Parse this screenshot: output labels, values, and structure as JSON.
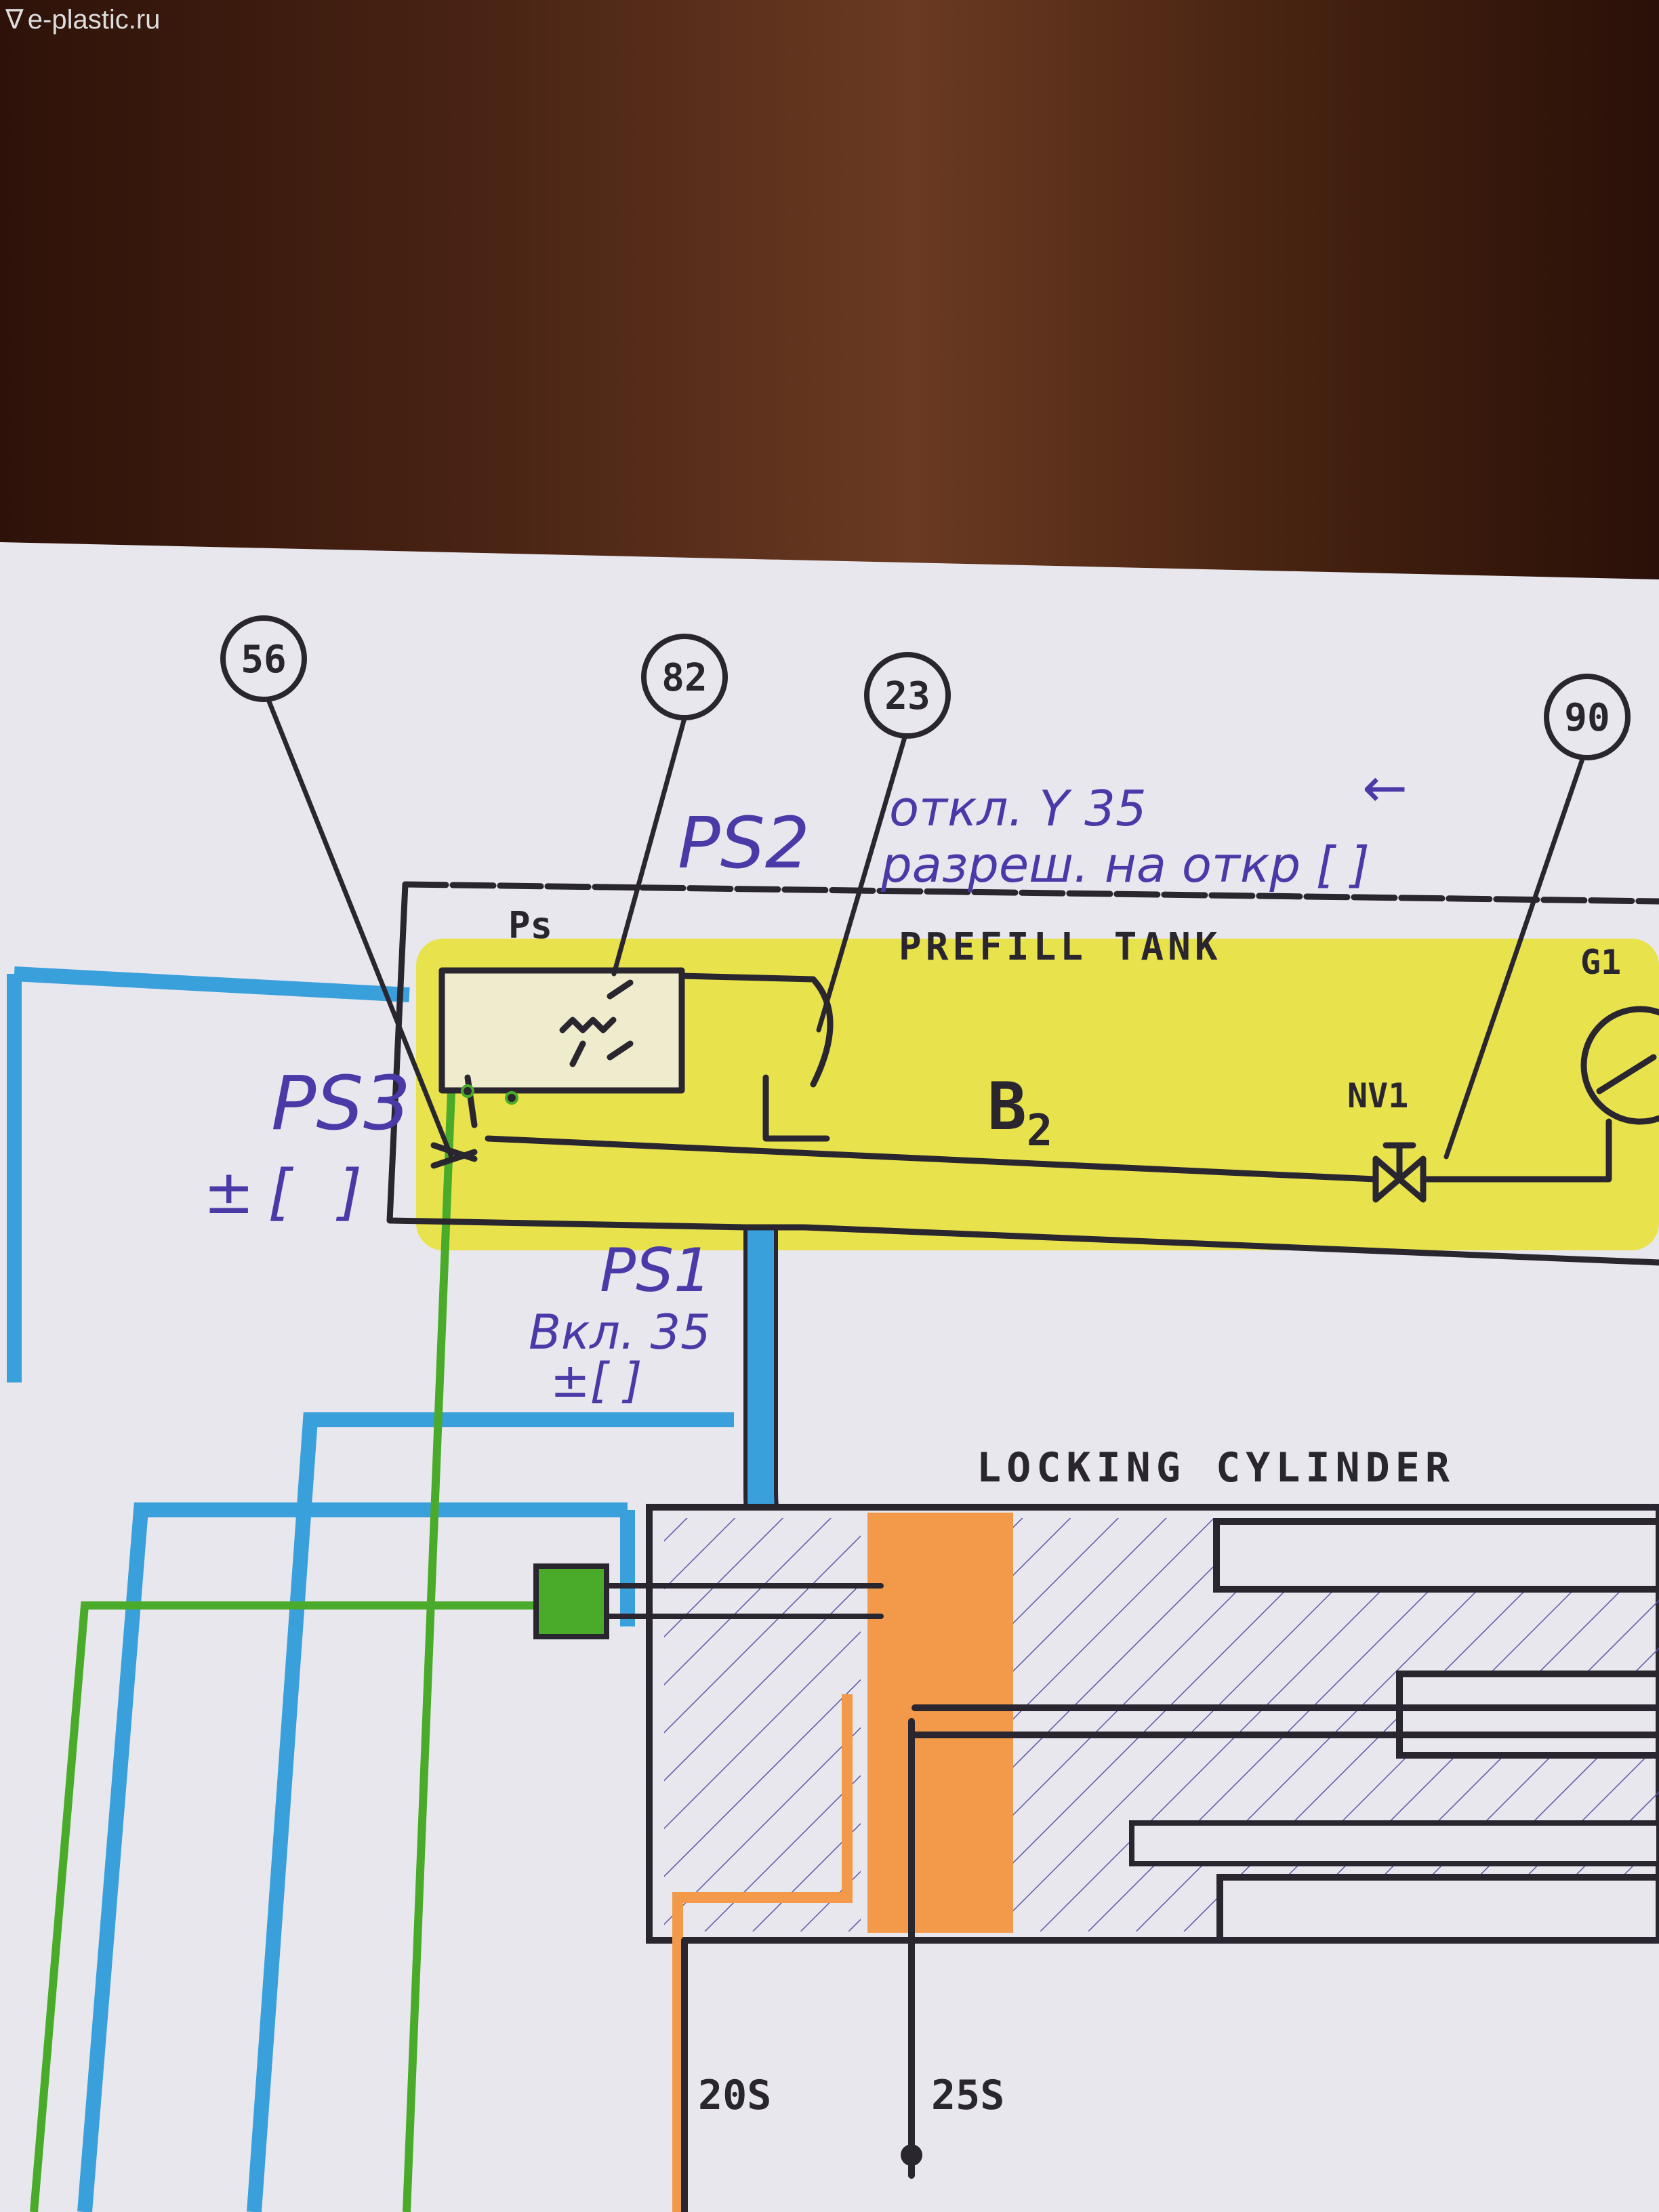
{
  "watermark": {
    "text": "e-plastic.ru",
    "icon": "logo-icon"
  },
  "callouts": [
    "56",
    "82",
    "23",
    "90"
  ],
  "printed_labels": {
    "prefill_tank": "PREFILL TANK",
    "locking_cylinder": "LOCKING CYLINDER",
    "ps": "Ps",
    "b2": "B",
    "b2_sub": "2",
    "nv1": "NV1",
    "g1": "G1",
    "s20": "20S",
    "s25": "25S"
  },
  "handwritten": {
    "ps2": "PS2",
    "ps2_line1": "откл. Y 35",
    "ps2_line2": "разреш. на откр [ ]",
    "arrow": "←",
    "ps3": "PS3",
    "ps3_setting": "±[ ]",
    "ps1": "PS1",
    "ps1_line1": "Вкл. 35",
    "ps1_setting": "±[ ]"
  },
  "colors": {
    "wood": "#3d1c12",
    "paper": "#e9e7ee",
    "yellow": "#e8e23a",
    "blue": "#3aa0dc",
    "green": "#4aaa2a",
    "orange": "#f39a4a",
    "pen": "#4a3aa8"
  }
}
